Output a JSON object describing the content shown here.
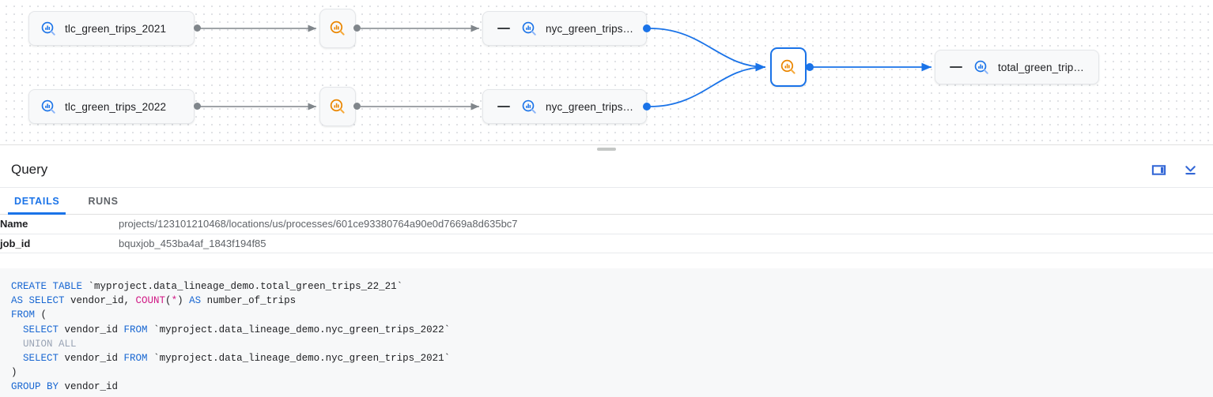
{
  "graph": {
    "name": "data-lineage-graph",
    "edge_color_default": "#80868b",
    "edge_color_highlight": "#1a73e8",
    "selected_border_color": "#1a73e8",
    "table_icon_color": "#1a73e8",
    "process_icon_color": "#ea8600",
    "nodes": [
      {
        "id": "tlc_2021",
        "label": "tlc_green_trips_2021",
        "type": "table",
        "icon": "bigquery-table-icon",
        "collapsible": false,
        "selected": false
      },
      {
        "id": "tlc_2022",
        "label": "tlc_green_trips_2022",
        "type": "table",
        "icon": "bigquery-table-icon",
        "collapsible": false,
        "selected": false
      },
      {
        "id": "proc_a",
        "label": "",
        "type": "process",
        "icon": "bigquery-process-icon",
        "collapsible": false,
        "selected": false
      },
      {
        "id": "proc_b",
        "label": "",
        "type": "process",
        "icon": "bigquery-process-icon",
        "collapsible": false,
        "selected": false
      },
      {
        "id": "nyc_a",
        "label": "nyc_green_trips…",
        "type": "table",
        "icon": "bigquery-table-icon",
        "collapsible": true,
        "selected": false
      },
      {
        "id": "nyc_b",
        "label": "nyc_green_trips…",
        "type": "table",
        "icon": "bigquery-table-icon",
        "collapsible": true,
        "selected": false
      },
      {
        "id": "proc_sel",
        "label": "",
        "type": "process",
        "icon": "bigquery-process-icon",
        "collapsible": false,
        "selected": true
      },
      {
        "id": "total",
        "label": "total_green_trip…",
        "type": "table",
        "icon": "bigquery-table-icon",
        "collapsible": true,
        "selected": false
      }
    ]
  },
  "panel": {
    "title": "Query",
    "actions": [
      {
        "name": "side-panel-icon",
        "label": "Side panel"
      },
      {
        "name": "collapse-panel-icon",
        "label": "Collapse"
      }
    ],
    "tabs": [
      {
        "label": "DETAILS",
        "active": true
      },
      {
        "label": "RUNS",
        "active": false
      }
    ],
    "details": [
      {
        "key": "Name",
        "value": "projects/123101210468/locations/us/processes/601ce93380764a90e0d7669a8d635bc7"
      },
      {
        "key": "job_id",
        "value": "bquxjob_453ba4af_1843f194f85"
      }
    ]
  },
  "sql": {
    "language": "sql",
    "lines": [
      [
        {
          "t": "CREATE TABLE ",
          "c": "kw"
        },
        {
          "t": "`myproject.data_lineage_demo.total_green_trips_22_21`",
          "c": ""
        }
      ],
      [
        {
          "t": "AS SELECT ",
          "c": "kw"
        },
        {
          "t": "vendor_id, ",
          "c": ""
        },
        {
          "t": "COUNT",
          "c": "fn"
        },
        {
          "t": "(",
          "c": ""
        },
        {
          "t": "*",
          "c": "op"
        },
        {
          "t": ") ",
          "c": ""
        },
        {
          "t": "AS ",
          "c": "kw"
        },
        {
          "t": "number_of_trips",
          "c": ""
        }
      ],
      [
        {
          "t": "FROM ",
          "c": "kw"
        },
        {
          "t": "(",
          "c": ""
        }
      ],
      [
        {
          "t": "  ",
          "c": ""
        },
        {
          "t": "SELECT ",
          "c": "kw"
        },
        {
          "t": "vendor_id ",
          "c": ""
        },
        {
          "t": "FROM ",
          "c": "kw"
        },
        {
          "t": "`myproject.data_lineage_demo.nyc_green_trips_2022`",
          "c": ""
        }
      ],
      [
        {
          "t": "  ",
          "c": ""
        },
        {
          "t": "UNION ALL",
          "c": "dim"
        }
      ],
      [
        {
          "t": "  ",
          "c": ""
        },
        {
          "t": "SELECT ",
          "c": "kw"
        },
        {
          "t": "vendor_id ",
          "c": ""
        },
        {
          "t": "FROM ",
          "c": "kw"
        },
        {
          "t": "`myproject.data_lineage_demo.nyc_green_trips_2021`",
          "c": ""
        }
      ],
      [
        {
          "t": ")",
          "c": ""
        }
      ],
      [
        {
          "t": "GROUP BY ",
          "c": "kw"
        },
        {
          "t": "vendor_id",
          "c": ""
        }
      ]
    ]
  }
}
